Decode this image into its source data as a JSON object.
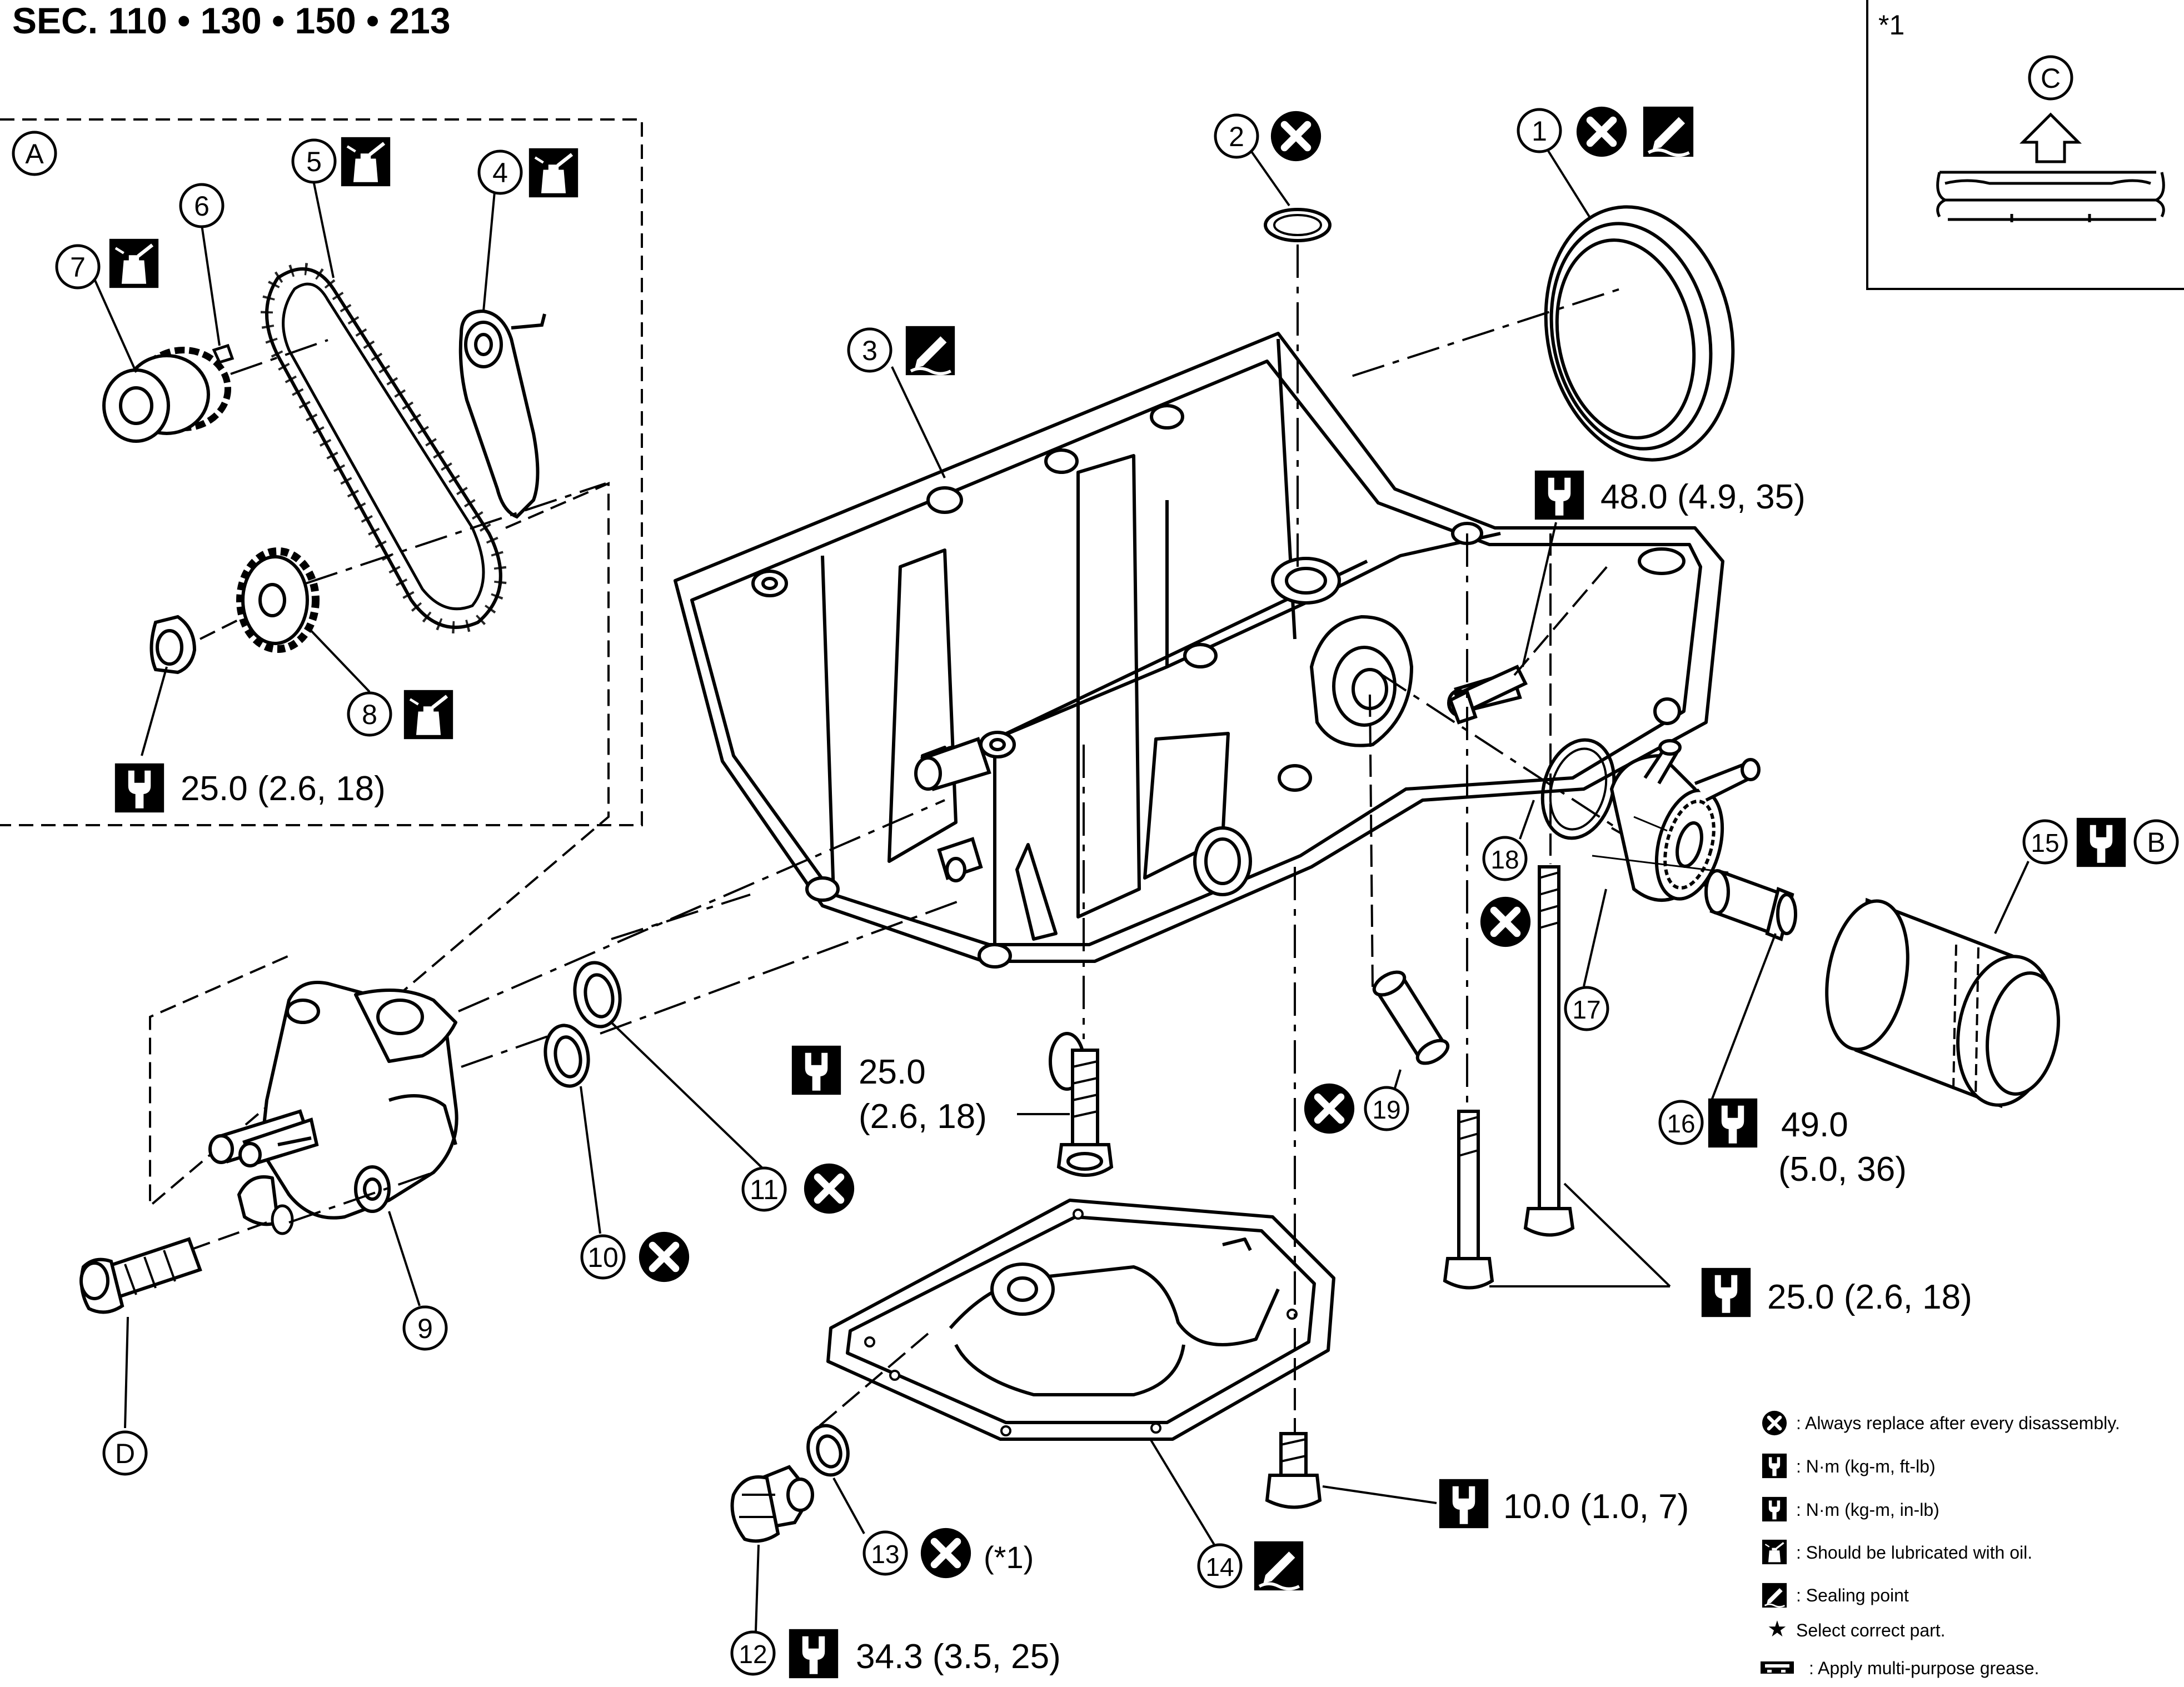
{
  "header": {
    "section_title": "SEC. 110 • 130 • 150 • 213"
  },
  "callouts": {
    "c1": "1",
    "c2": "2",
    "c3": "3",
    "c4": "4",
    "c5": "5",
    "c6": "6",
    "c7": "7",
    "c8": "8",
    "c9": "9",
    "c10": "10",
    "c11": "11",
    "c12": "12",
    "c13": "13",
    "c14": "14",
    "c15": "15",
    "c16": "16",
    "c17": "17",
    "c18": "18",
    "c19": "19"
  },
  "letters": {
    "A": "A",
    "B": "B",
    "C": "C",
    "D": "D"
  },
  "torques": {
    "t8": "25.0 (2.6, 18)",
    "t1_bolt": "48.0 (4.9, 35)",
    "t_center_val": "25.0",
    "t_center_sub": "(2.6, 18)",
    "t16_val": "49.0",
    "t16_sub": "(5.0, 36)",
    "t_studs": "25.0 (2.6, 18)",
    "t14": "10.0 (1.0, 7)",
    "t12": "34.3 (3.5, 25)"
  },
  "notes": {
    "ref13": "(*1)",
    "inset_label": "*1"
  },
  "legend": [
    {
      "icon": "replace-icon",
      "text": ": Always replace after every disassembly."
    },
    {
      "icon": "torque-icon",
      "text": ": N·m (kg-m, ft-lb)"
    },
    {
      "icon": "torque-small-icon",
      "text": ": N·m (kg-m, in-lb)"
    },
    {
      "icon": "oil-can-icon",
      "text": ": Should be lubricated with oil."
    },
    {
      "icon": "sealant-icon",
      "text": ": Sealing point"
    },
    {
      "icon": "star-icon",
      "text": "Select correct part."
    },
    {
      "icon": "grease-icon",
      "text": ": Apply multi-purpose grease."
    }
  ]
}
